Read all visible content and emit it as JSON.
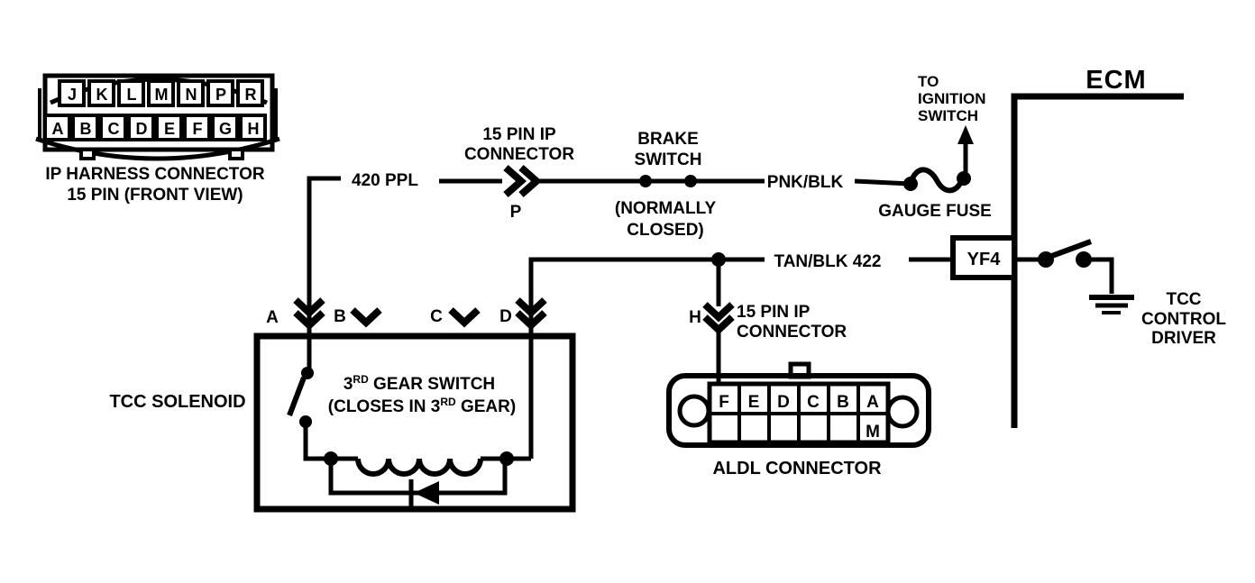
{
  "colors": {
    "ink": "#000000",
    "paper": "#ffffff"
  },
  "ip_harness": {
    "top_row": [
      "J",
      "K",
      "L",
      "M",
      "N",
      "P",
      "R"
    ],
    "bottom_row": [
      "A",
      "B",
      "C",
      "D",
      "E",
      "F",
      "G",
      "H"
    ],
    "caption_line1": "IP HARNESS CONNECTOR",
    "caption_line2": "15 PIN (FRONT VIEW)"
  },
  "wires": {
    "ppl_label": "420 PPL",
    "pnk_blk_label": "PNK/BLK",
    "tan_blk_label": "TAN/BLK 422"
  },
  "inline_connector_p": {
    "label_line1": "15 PIN IP",
    "label_line2": "CONNECTOR",
    "pin": "P"
  },
  "brake_switch": {
    "label_line1": "BRAKE",
    "label_line2": "SWITCH",
    "note_line1": "(NORMALLY",
    "note_line2": "CLOSED)"
  },
  "gauge_fuse": {
    "label": "GAUGE FUSE",
    "dest_line1": "TO",
    "dest_line2": "IGNITION",
    "dest_line3": "SWITCH"
  },
  "ecm": {
    "label": "ECM",
    "terminal_label": "YF4",
    "driver_line1": "TCC",
    "driver_line2": "CONTROL",
    "driver_line3": "DRIVER"
  },
  "inline_connector_h": {
    "pin": "H",
    "label_line1": "15 PIN IP",
    "label_line2": "CONNECTOR"
  },
  "tcc_solenoid": {
    "label": "TCC SOLENOID",
    "pin_a": "A",
    "pin_b": "B",
    "pin_c": "C",
    "pin_d": "D",
    "switch_line1_pre": "3",
    "switch_line1_sup": "RD",
    "switch_line1_rest": " GEAR SWITCH",
    "switch_line2_pre": "(CLOSES IN 3",
    "switch_line2_sup": "RD",
    "switch_line2_rest": " GEAR)"
  },
  "aldl": {
    "top_row": [
      "F",
      "E",
      "D",
      "C",
      "B",
      "A"
    ],
    "bottom_right_pin": "M",
    "caption": "ALDL CONNECTOR"
  }
}
